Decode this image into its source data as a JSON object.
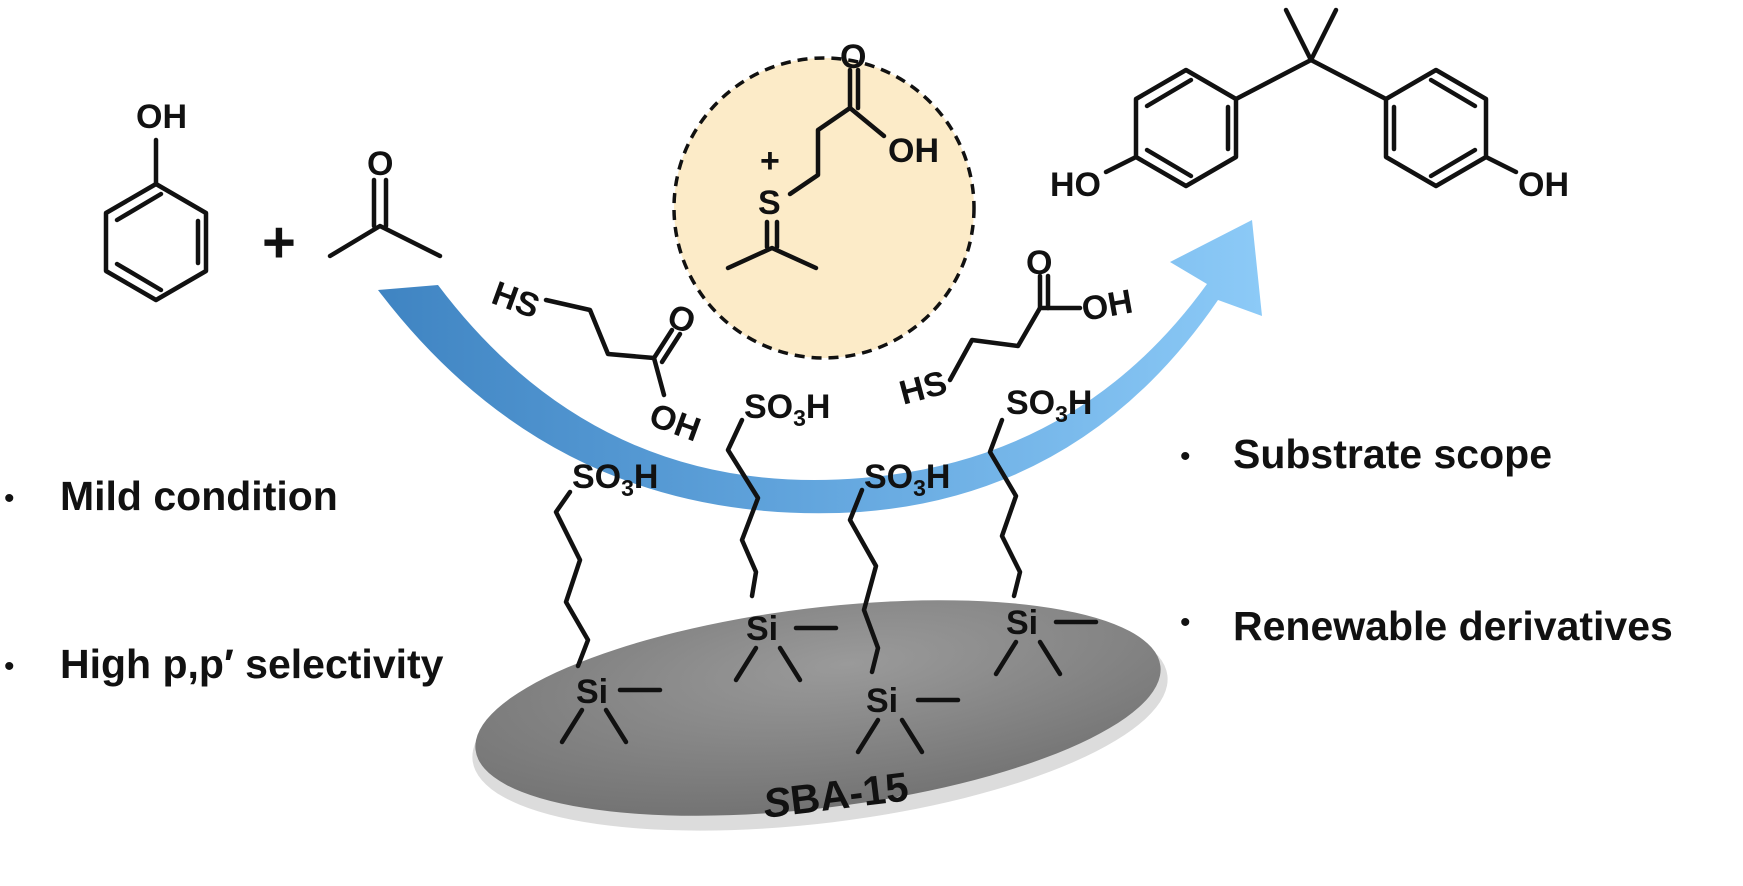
{
  "colors": {
    "arrow_dark": "#3f84c2",
    "arrow_mid": "#63a6de",
    "arrow_light": "#8ccaf7",
    "intermediate_fill": "#fcebc8",
    "support_dark": "#6e6e6e",
    "support_light": "#dcdcdc"
  },
  "reaction": {
    "plus": "+",
    "phenol_oh": "OH",
    "acetone_o": "O",
    "product_ho": "HO",
    "product_oh": "OH"
  },
  "intermediate": {
    "o": "O",
    "oh": "OH",
    "s": "S",
    "plus": "+",
    "eq": "="
  },
  "thiol_left": {
    "hs": "HS",
    "o": "O",
    "oh": "OH"
  },
  "thiol_right": {
    "hs": "HS",
    "o": "O",
    "oh": "OH"
  },
  "linker": {
    "so3h_main": "SO",
    "so3h_sub": "3",
    "so3h_end": "H",
    "si": "Si"
  },
  "support": {
    "label_italic": "S",
    "label_rest": "BA-15"
  },
  "features_left": [
    {
      "bullet": "•",
      "text": "Mild condition"
    },
    {
      "bullet": "•",
      "text": "High p,p′ selectivity"
    }
  ],
  "features_right": [
    {
      "bullet": "•",
      "text": "Substrate scope"
    },
    {
      "bullet": "•",
      "text": "Renewable derivatives"
    }
  ]
}
